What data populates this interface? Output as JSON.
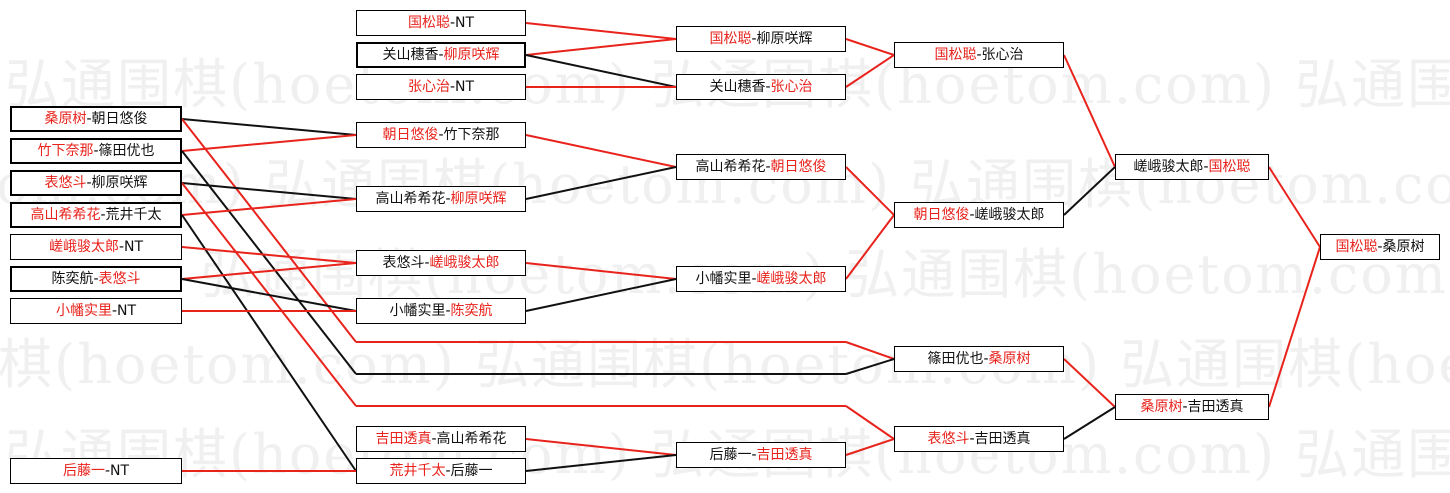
{
  "watermark": "弘通围棋(hoetom.com)",
  "colors": {
    "winner": "#e8231c",
    "line_red": "#e8231c",
    "line_black": "#111111"
  },
  "matches": [
    {
      "id": "m_ngt",
      "a": "国松聪",
      "b": "NT",
      "w": "a"
    },
    {
      "id": "m_kyl",
      "a": "关山穗香",
      "b": "柳原咲辉",
      "w": "b"
    },
    {
      "id": "m_zxz",
      "a": "张心治",
      "b": "NT",
      "w": "a"
    },
    {
      "id": "m_ngl",
      "a": "国松聪",
      "b": "柳原咲辉",
      "w": "a"
    },
    {
      "id": "m_kz",
      "a": "关山穗香",
      "b": "张心治",
      "w": "b"
    },
    {
      "id": "m_gz",
      "a": "国松聪",
      "b": "张心治",
      "w": "a"
    },
    {
      "id": "m_r1",
      "a": "桑原树",
      "b": "朝日悠俊",
      "w": "a"
    },
    {
      "id": "m_r2",
      "a": "竹下奈那",
      "b": "篠田优也",
      "w": "a"
    },
    {
      "id": "m_r3",
      "a": "表悠斗",
      "b": "柳原咲辉",
      "w": "a"
    },
    {
      "id": "m_r4",
      "a": "高山希希花",
      "b": "荒井千太",
      "w": "a"
    },
    {
      "id": "m_r5",
      "a": "嵯峨骏太郎",
      "b": "NT",
      "w": "a"
    },
    {
      "id": "m_r6",
      "a": "陈奕航",
      "b": "表悠斗",
      "w": "b"
    },
    {
      "id": "m_r7",
      "a": "小幡实里",
      "b": "NT",
      "w": "a"
    },
    {
      "id": "m_c1",
      "a": "朝日悠俊",
      "b": "竹下奈那",
      "w": "a"
    },
    {
      "id": "m_c2",
      "a": "高山希希花",
      "b": "柳原咲辉",
      "w": "b"
    },
    {
      "id": "m_c3",
      "a": "表悠斗",
      "b": "嵯峨骏太郎",
      "w": "b"
    },
    {
      "id": "m_c4",
      "a": "小幡实里",
      "b": "陈奕航",
      "w": "b"
    },
    {
      "id": "m_d1",
      "a": "高山希希花",
      "b": "朝日悠俊",
      "w": "b"
    },
    {
      "id": "m_d2",
      "a": "小幡实里",
      "b": "嵯峨骏太郎",
      "w": "b"
    },
    {
      "id": "m_e1",
      "a": "朝日悠俊",
      "b": "嵯峨骏太郎",
      "w": "a"
    },
    {
      "id": "m_f1",
      "a": "嵯峨骏太郎",
      "b": "国松聪",
      "w": "b"
    },
    {
      "id": "m_final",
      "a": "国松聪",
      "b": "桑原树",
      "w": "a"
    },
    {
      "id": "m_sx",
      "a": "篠田优也",
      "b": "桑原树",
      "w": "b"
    },
    {
      "id": "m_bz",
      "a": "表悠斗",
      "b": "吉田透真",
      "w": "a"
    },
    {
      "id": "m_sz",
      "a": "桑原树",
      "b": "吉田透真",
      "w": "a"
    },
    {
      "id": "m_yt",
      "a": "吉田透真",
      "b": "高山希希花",
      "w": "a"
    },
    {
      "id": "m_ah",
      "a": "荒井千太",
      "b": "后藤一",
      "w": "a"
    },
    {
      "id": "m_hy",
      "a": "后藤一",
      "b": "吉田透真",
      "w": "b"
    },
    {
      "id": "m_gt",
      "a": "后藤一",
      "b": "NT",
      "w": "a"
    }
  ]
}
